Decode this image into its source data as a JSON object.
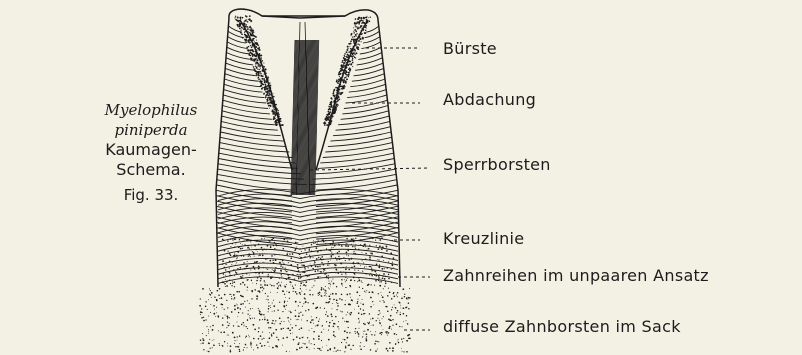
{
  "caption": {
    "species_line1": "Myelophilus",
    "species_line2": "piniperda",
    "title_line1": "Kaumagen-",
    "title_line2": "Schema.",
    "figure_number": "Fig. 33."
  },
  "labels": [
    "Bürste",
    "Abdachung",
    "Sperrborsten",
    "Kreuzlinie",
    "Zahnreihen im unpaaren Ansatz",
    "diffuse Zahnborsten im Sack"
  ],
  "colors": {
    "background": "#f3f0e4",
    "ink": "#1c1c1c"
  }
}
